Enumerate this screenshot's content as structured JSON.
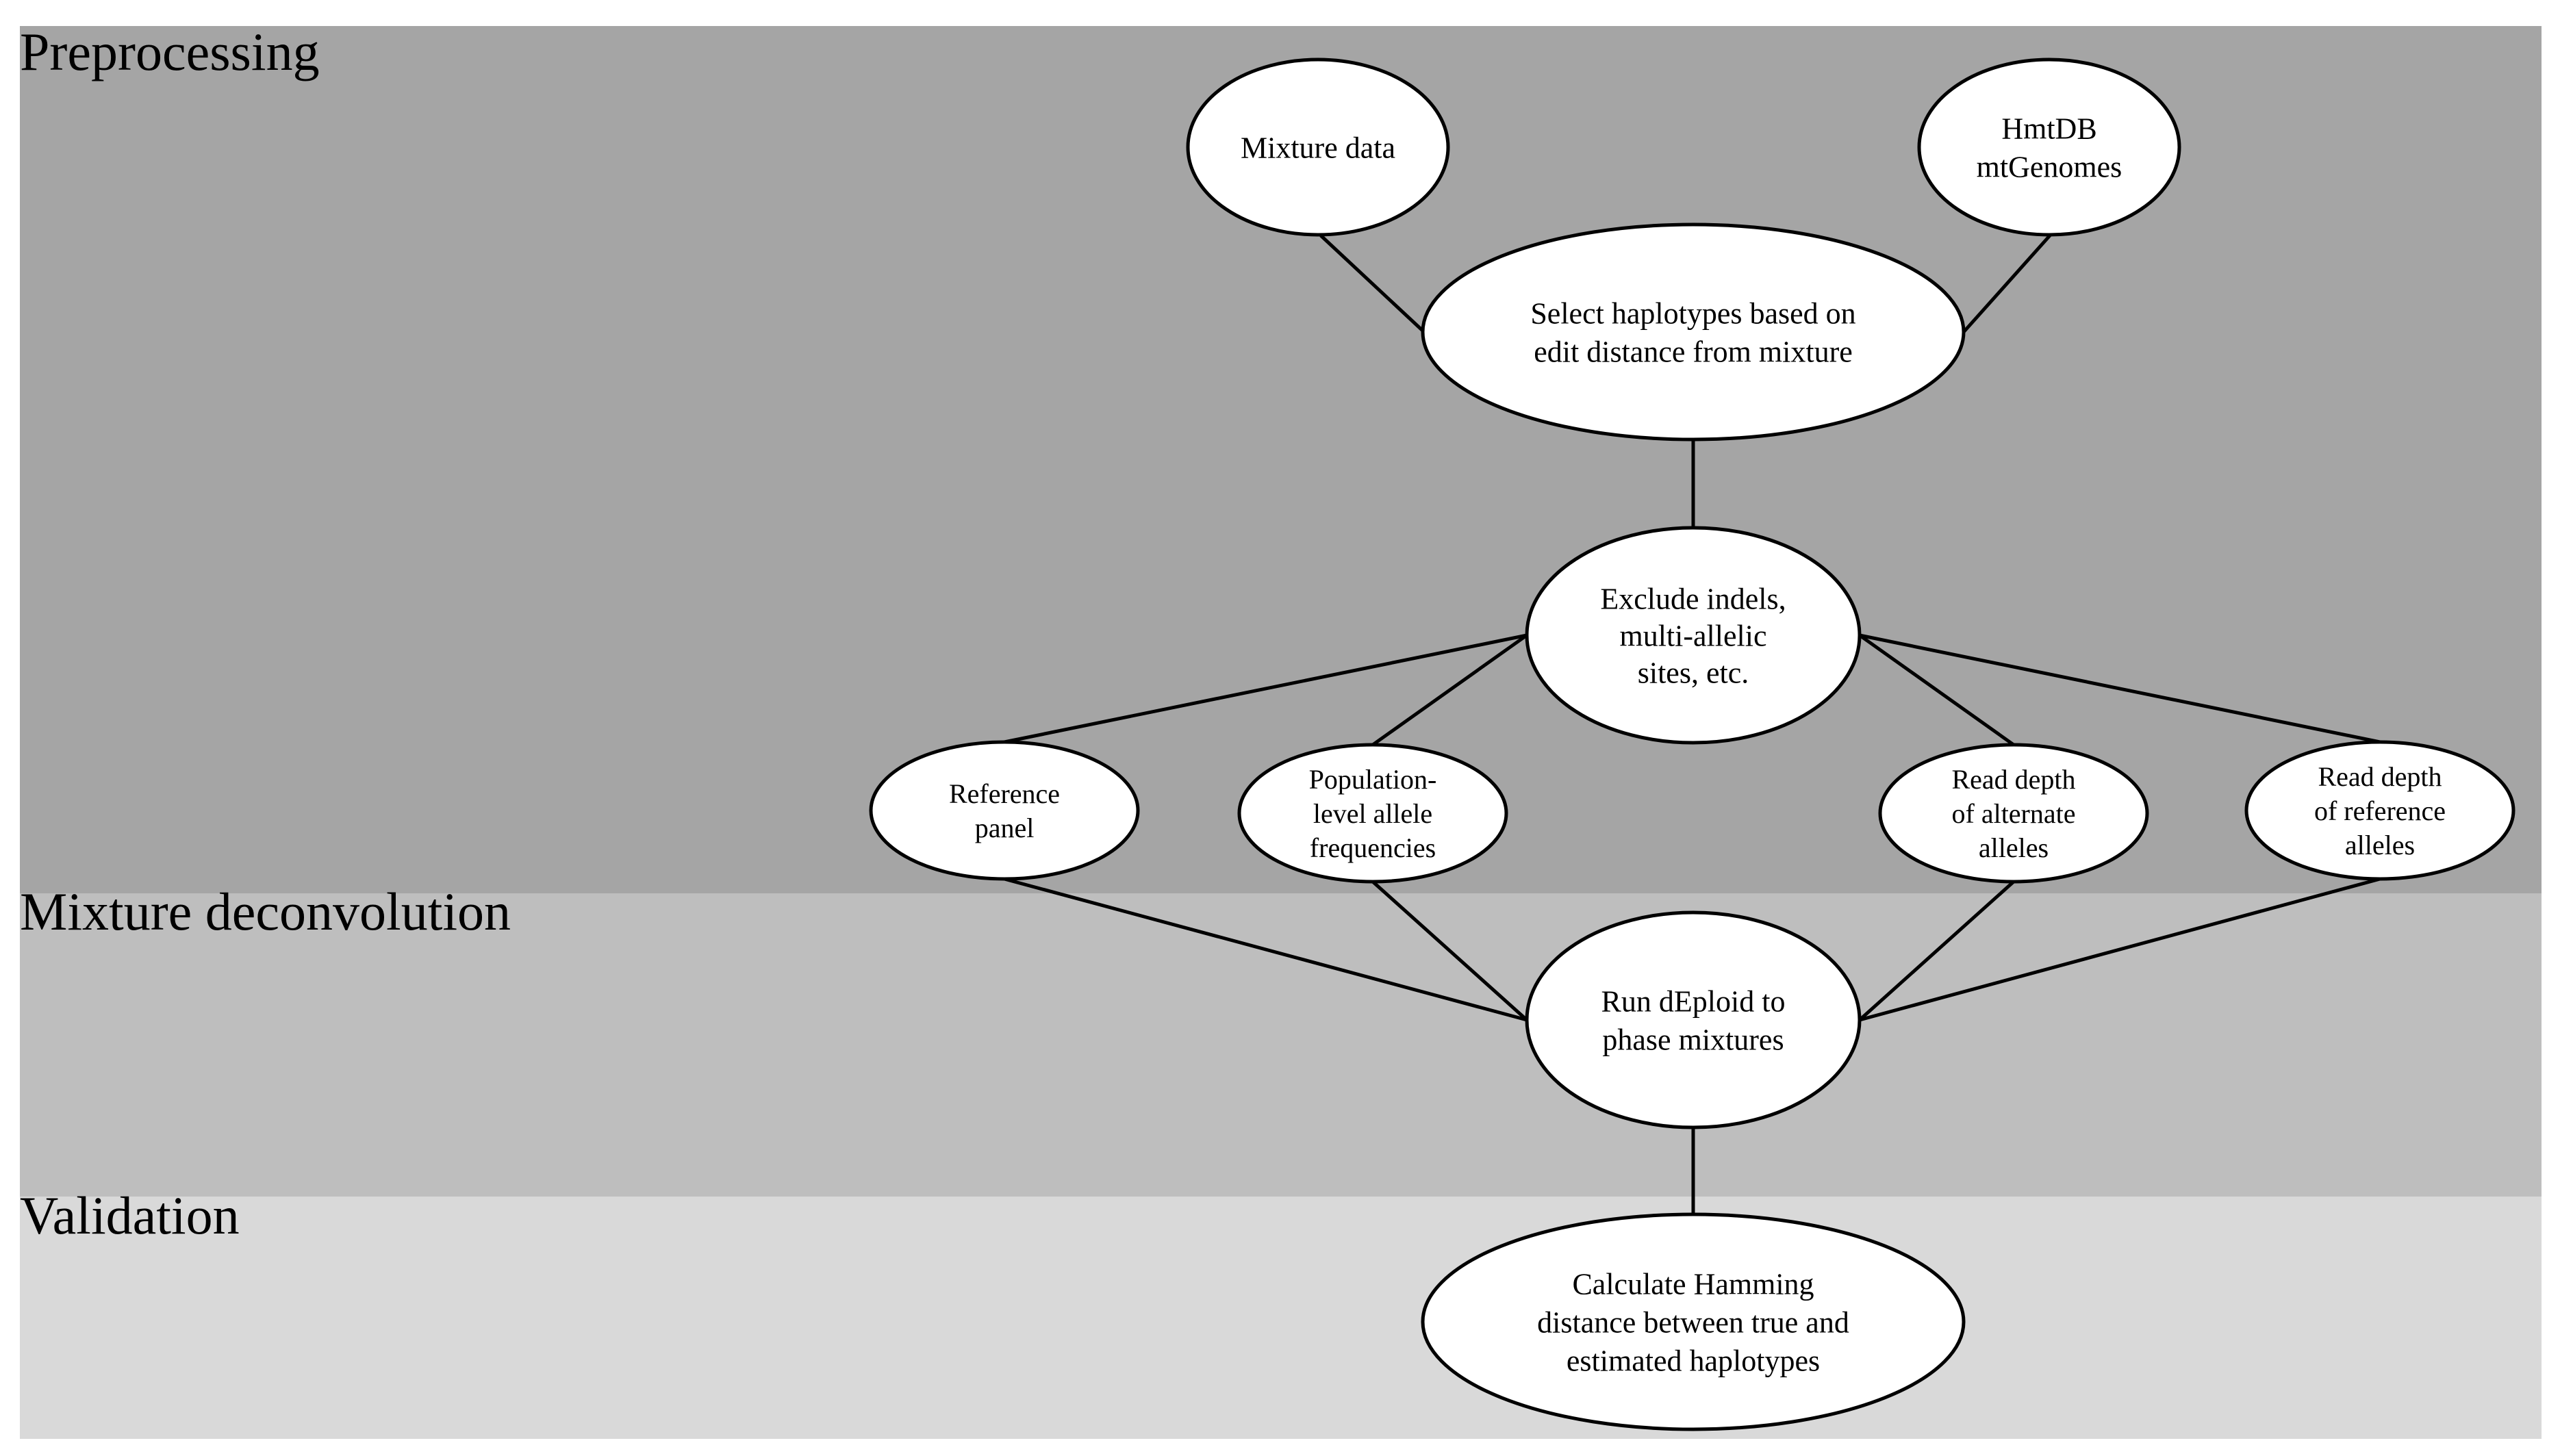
{
  "colors": {
    "preprocessing_band": "#a5a5a5",
    "deconvolution_band": "#bebebe",
    "validation_band": "#d9d9d9",
    "node_fill": "#ffffff",
    "stroke": "#000000"
  },
  "stages": {
    "preprocessing": "Preprocessing",
    "deconvolution": "Mixture deconvolution",
    "validation": "Validation"
  },
  "nodes": {
    "mixture_data": [
      "Mixture data"
    ],
    "hmtdb": [
      "HmtDB",
      "mtGenomes"
    ],
    "select_haplotypes": [
      "Select haplotypes based on",
      "edit distance from mixture"
    ],
    "exclude_indels": [
      "Exclude indels,",
      "multi-allelic",
      "sites, etc."
    ],
    "reference_panel": [
      "Reference",
      "panel"
    ],
    "population_freq": [
      "Population-",
      "level allele",
      "frequencies"
    ],
    "read_depth_alt": [
      "Read depth",
      "of alternate",
      "alleles"
    ],
    "read_depth_ref": [
      "Read depth",
      "of reference",
      "alleles"
    ],
    "run_deploid": [
      "Run dEploid to",
      "phase mixtures"
    ],
    "hamming": [
      "Calculate Hamming",
      "distance between true and",
      "estimated haplotypes"
    ]
  },
  "edges": [
    [
      "mixture_data",
      "select_haplotypes"
    ],
    [
      "hmtdb",
      "select_haplotypes"
    ],
    [
      "select_haplotypes",
      "exclude_indels"
    ],
    [
      "exclude_indels",
      "reference_panel"
    ],
    [
      "exclude_indels",
      "population_freq"
    ],
    [
      "exclude_indels",
      "read_depth_alt"
    ],
    [
      "exclude_indels",
      "read_depth_ref"
    ],
    [
      "reference_panel",
      "run_deploid"
    ],
    [
      "population_freq",
      "run_deploid"
    ],
    [
      "read_depth_alt",
      "run_deploid"
    ],
    [
      "read_depth_ref",
      "run_deploid"
    ],
    [
      "run_deploid",
      "hamming"
    ]
  ]
}
